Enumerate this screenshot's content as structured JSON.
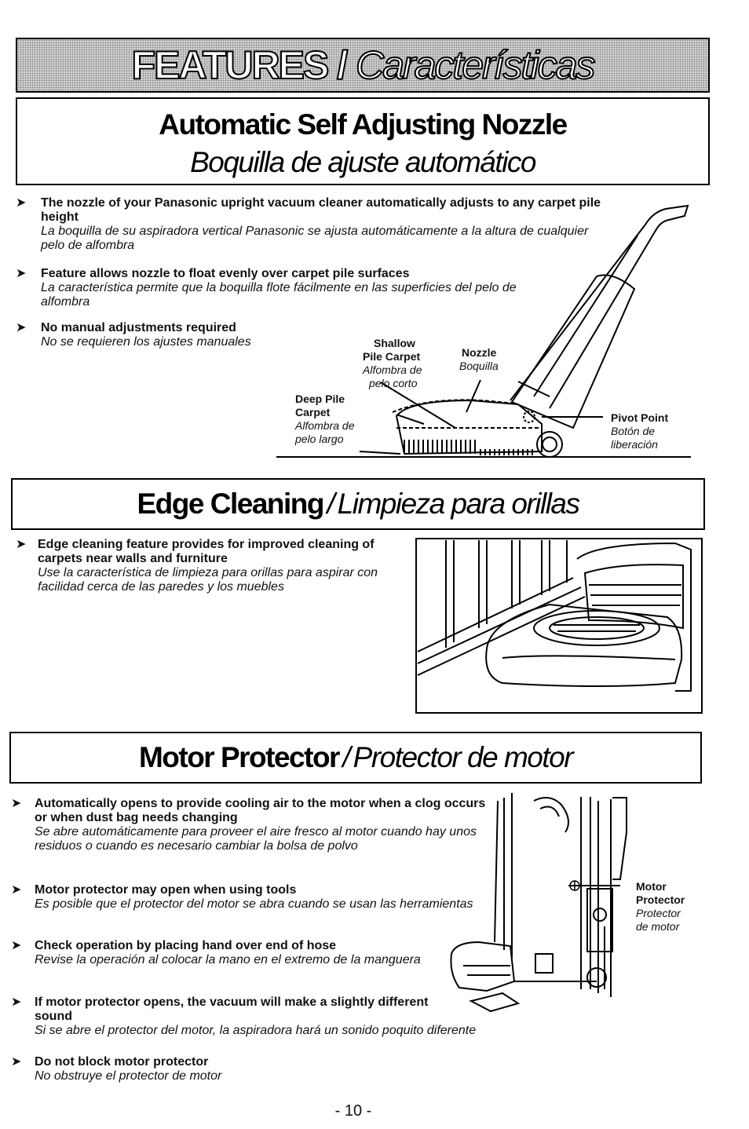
{
  "banner": {
    "title_en": "FEATURES",
    "separator": "/",
    "title_es": "Características"
  },
  "nozzle": {
    "title_en": "Automatic Self Adjusting Nozzle",
    "title_es": "Boquilla de ajuste automático",
    "bullets": [
      {
        "en": "The nozzle of your Panasonic upright vacuum cleaner automatically adjusts to any carpet pile height",
        "es": "La boquilla de su aspiradora vertical Panasonic se ajusta automáticamente a la altura de cualquier pelo de alfombra"
      },
      {
        "en": "Feature allows nozzle to float evenly over carpet pile surfaces",
        "es": "La característica permite que la boquilla flote fácilmente en las superficies del pelo de alfombra"
      },
      {
        "en": "No manual adjustments required",
        "es": "No se requieren los ajustes manuales"
      }
    ],
    "labels": {
      "shallow_en_1": "Shallow",
      "shallow_en_2": "Pile Carpet",
      "shallow_es_1": "Alfombra de",
      "shallow_es_2": "pelo corto",
      "nozzle_en": "Nozzle",
      "nozzle_es": "Boquilla",
      "deep_en_1": "Deep Pile",
      "deep_en_2": "Carpet",
      "deep_es_1": "Alfombra de",
      "deep_es_2": "pelo largo",
      "pivot_en": "Pivot Point",
      "pivot_es_1": "Botón de",
      "pivot_es_2": "liberación"
    }
  },
  "edge": {
    "title_en": "Edge Cleaning",
    "separator": "/",
    "title_es": "Limpieza para orillas",
    "bullet": {
      "en": "Edge cleaning feature provides for improved cleaning of carpets near walls and furniture",
      "es": "Use la característica de limpieza para orillas para aspirar con facilidad cerca de las paredes y los muebles"
    }
  },
  "motor": {
    "title_en": "Motor Protector",
    "separator": "/",
    "title_es": "Protector de motor",
    "bullets": [
      {
        "en": "Automatically opens to provide cooling air to the motor when a clog occurs or when dust bag needs changing",
        "es": "Se abre automáticamente para proveer el aire fresco al motor cuando hay unos residuos o cuando es necesario cambiar la bolsa de polvo"
      },
      {
        "en": "Motor protector may open when using tools",
        "es": "Es posible que el protector del motor se abra cuando se usan las herramientas"
      },
      {
        "en": "Check operation by placing hand over end of hose",
        "es": "Revise la operación al colocar la mano en el extremo de la manguera"
      },
      {
        "en": "If motor protector opens, the vacuum will make a slightly different sound",
        "es": "Si se abre el protector del motor, la aspiradora hará un sonido poquito diferente"
      },
      {
        "en": "Do not block motor protector",
        "es": "No obstruye el protector de motor"
      }
    ],
    "labels": {
      "en_1": "Motor",
      "en_2": "Protector",
      "es_1": "Protector",
      "es_2": "de motor"
    }
  },
  "footer": {
    "page_number": "- 10 -"
  },
  "icons": {
    "bullet": "arrowhead-bullet-icon"
  }
}
